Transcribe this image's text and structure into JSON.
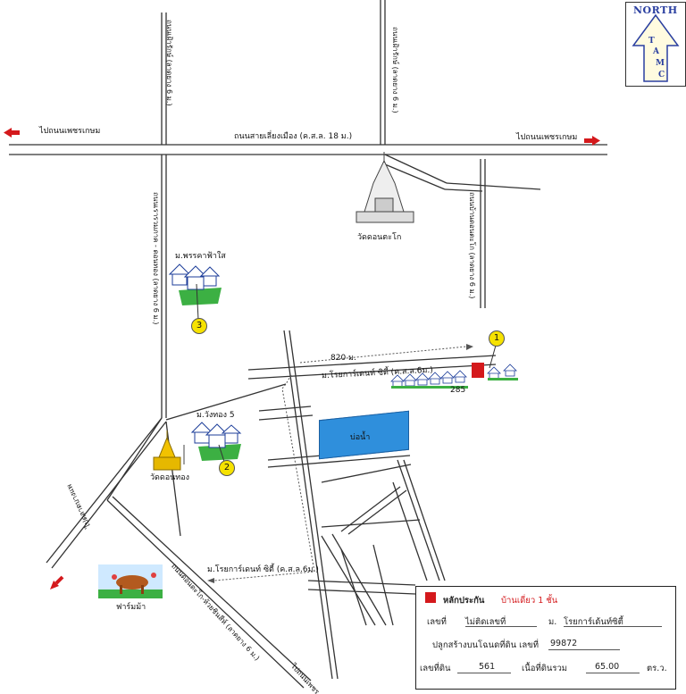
{
  "compass": {
    "title": "NORTH",
    "letters": [
      "T",
      "A",
      "M",
      "C"
    ]
  },
  "roads": {
    "top_left_dest": "ไปถนนเพชรเกษม",
    "top_right_dest": "ไปถนนเพชรเกษม",
    "main_road": "ถนนสายเลี่ยงเมือง (ค.ส.ล. 18 ม.)",
    "left_vertical_top": "ถนนเฝ้ารักษ์ (ลาดยาง 6 ม.)",
    "center_vertical_top": "ถนนเฝ้ารักษ์ (ลาดยาง 6 ม.)",
    "left_vertical_mid": "ถนนเรารวมภาค - ดอนทอง (ลาดยาง 6 ม.)",
    "right_vertical": "ถนนบ้านดอนตะโก (ลาดยาง 6 ม.)",
    "soi_upper": "ม.โรยการ์เดนท์ ซิตี้ (ค.ส.ล.6ม.)",
    "soi_lower": "ม.โรยการ์เดนท์ ซิตี้ (ค.ส.ล.6ม.)",
    "distance": "820 ม.",
    "plot_no": "285",
    "bottom_left_dest": "ไปตลาดบางแพ",
    "bottom_road": "ถนนดอนตะโก-ห้วยชินสีห์ (ลาดยาง 6 ม.)",
    "bottom_dest": "ไปถนนเพชร"
  },
  "landmarks": {
    "temple_top": "วัดดอนตะโก",
    "temple_bottom": "วัดดอนทอง",
    "village_3": "ม.พรรคาฟ้าใส",
    "village_2": "ม.วังทอง 5",
    "pond": "บ่อน้ำ",
    "farm": "ฟาร์มม้า"
  },
  "pins": [
    "1",
    "2",
    "3"
  ],
  "legend": {
    "title": "หลักประกัน",
    "type": "บ้านเดี่ยว 1 ชั้น",
    "house_no_label": "เลขที่",
    "house_no": "ไม่ติดเลขที่",
    "village_label": "ม.",
    "village": "โรยการ์เด้นท์ซิตี้",
    "deed_label": "ปลูกสร้างบนโฉนดที่ดิน เลขที่",
    "deed_no": "99872",
    "land_no_label": "เลขที่ดิน",
    "land_no": "561",
    "area_label": "เนื้อที่ดินรวม",
    "area": "65.00",
    "area_unit": "ตร.ว."
  },
  "colors": {
    "accent_red": "#d4191c",
    "pond": "#2f8fdc",
    "pin": "#f6e200",
    "grass": "#3cb043",
    "compass": "#2a3fa0"
  }
}
